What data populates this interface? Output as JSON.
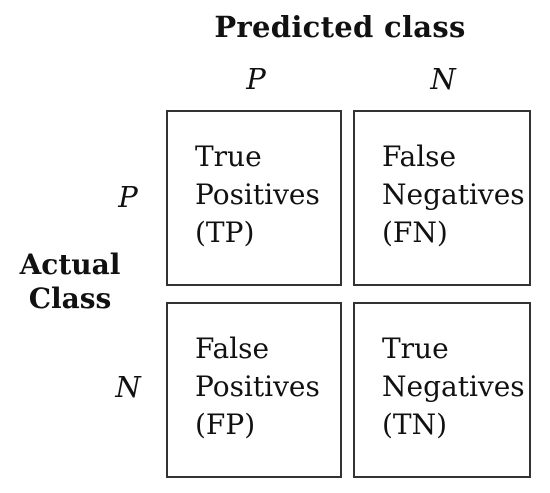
{
  "title": "Predicted class",
  "predicted_labels": [
    "P",
    "N"
  ],
  "actual_label_line1": "Actual",
  "actual_label_line2": "Class",
  "actual_values": [
    "P",
    "N"
  ],
  "cells": [
    {
      "line1": "True",
      "line2": "Positives",
      "abbr": "(TP)"
    },
    {
      "line1": "False",
      "line2": "Negatives",
      "abbr": "(FN)"
    },
    {
      "line1": "False",
      "line2": "Positives",
      "abbr": "(FP)"
    },
    {
      "line1": "True",
      "line2": "Negatives",
      "abbr": "(TN)"
    }
  ]
}
